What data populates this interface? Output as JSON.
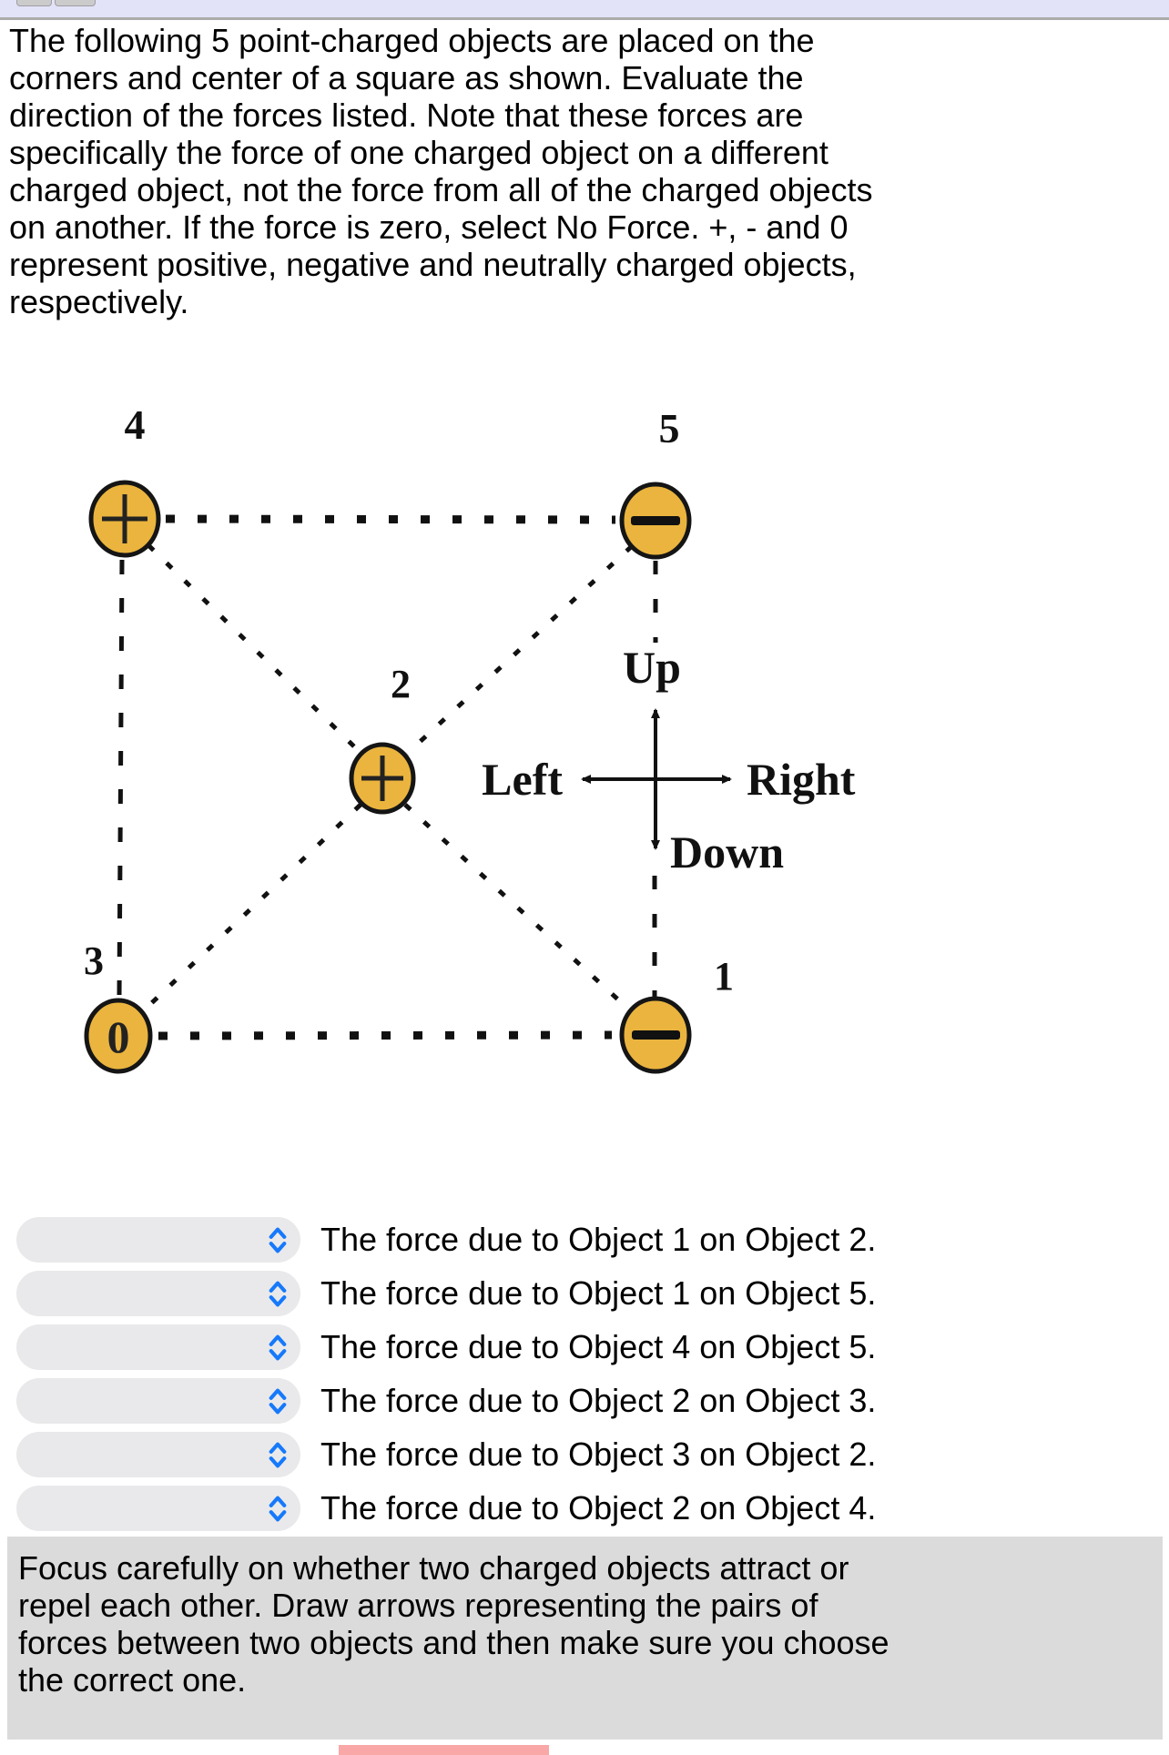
{
  "top_bar": {
    "color": "#e2e2f8",
    "divider_color": "#ababab"
  },
  "intro": {
    "lines": [
      "The following 5 point-charged objects are placed on the",
      "corners and center of a square as shown. Evaluate the",
      "direction of the forces listed. Note that these forces are",
      "specifically the force of one charged object on a different",
      "charged object, not the force from all of the charged objects",
      "on another. If the force is zero, select No Force. +, - and 0",
      "represent positive, negative and neutrally charged objects,",
      "respectively."
    ]
  },
  "diagram": {
    "charge_fill": "#eab43e",
    "objects": [
      {
        "id": "4",
        "position": "top-left",
        "charge": "positive",
        "symbol": "+"
      },
      {
        "id": "5",
        "position": "top-right",
        "charge": "negative",
        "symbol": "−"
      },
      {
        "id": "2",
        "position": "center",
        "charge": "positive",
        "symbol": "+"
      },
      {
        "id": "3",
        "position": "bottom-left",
        "charge": "neutral",
        "symbol": "0"
      },
      {
        "id": "1",
        "position": "bottom-right",
        "charge": "negative",
        "symbol": "−"
      }
    ],
    "direction_labels": {
      "up": "Up",
      "down": "Down",
      "left": "Left",
      "right": "Right"
    }
  },
  "questions": [
    {
      "label": "The force due to Object 1 on Object 2.",
      "select_value": ""
    },
    {
      "label": "The force due to Object 1 on Object 5.",
      "select_value": ""
    },
    {
      "label": "The force due to Object 4 on Object 5.",
      "select_value": ""
    },
    {
      "label": "The force due to Object 2 on Object 3.",
      "select_value": ""
    },
    {
      "label": "The force due to Object 3 on Object 2.",
      "select_value": ""
    },
    {
      "label": "The force due to Object 2 on Object 4.",
      "select_value": ""
    }
  ],
  "hint": {
    "lines": [
      "Focus carefully on whether two charged objects attract or",
      "repel each other. Draw arrows representing the pairs of",
      "forces between two objects and then make sure you choose",
      "the correct one."
    ]
  },
  "footer_button": {
    "color": "#f9a7a7"
  }
}
